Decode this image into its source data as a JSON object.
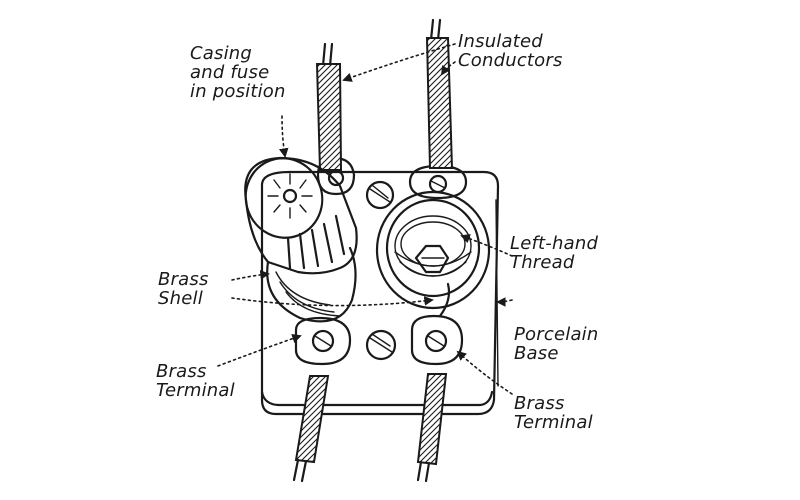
{
  "labels": {
    "casing_fuse": "Casing\nand fuse\nin position",
    "insulated_conductors": "Insulated\nConductors",
    "left_hand_thread": "Left-hand\nThread",
    "brass_shell": "Brass\nShell",
    "porcelain_base": "Porcelain\nBase",
    "brass_terminal_left": "Brass\nTerminal",
    "brass_terminal_right": "Brass\nTerminal"
  },
  "colors": {
    "ink": "#1a1a1a",
    "paper": "#ffffff"
  }
}
